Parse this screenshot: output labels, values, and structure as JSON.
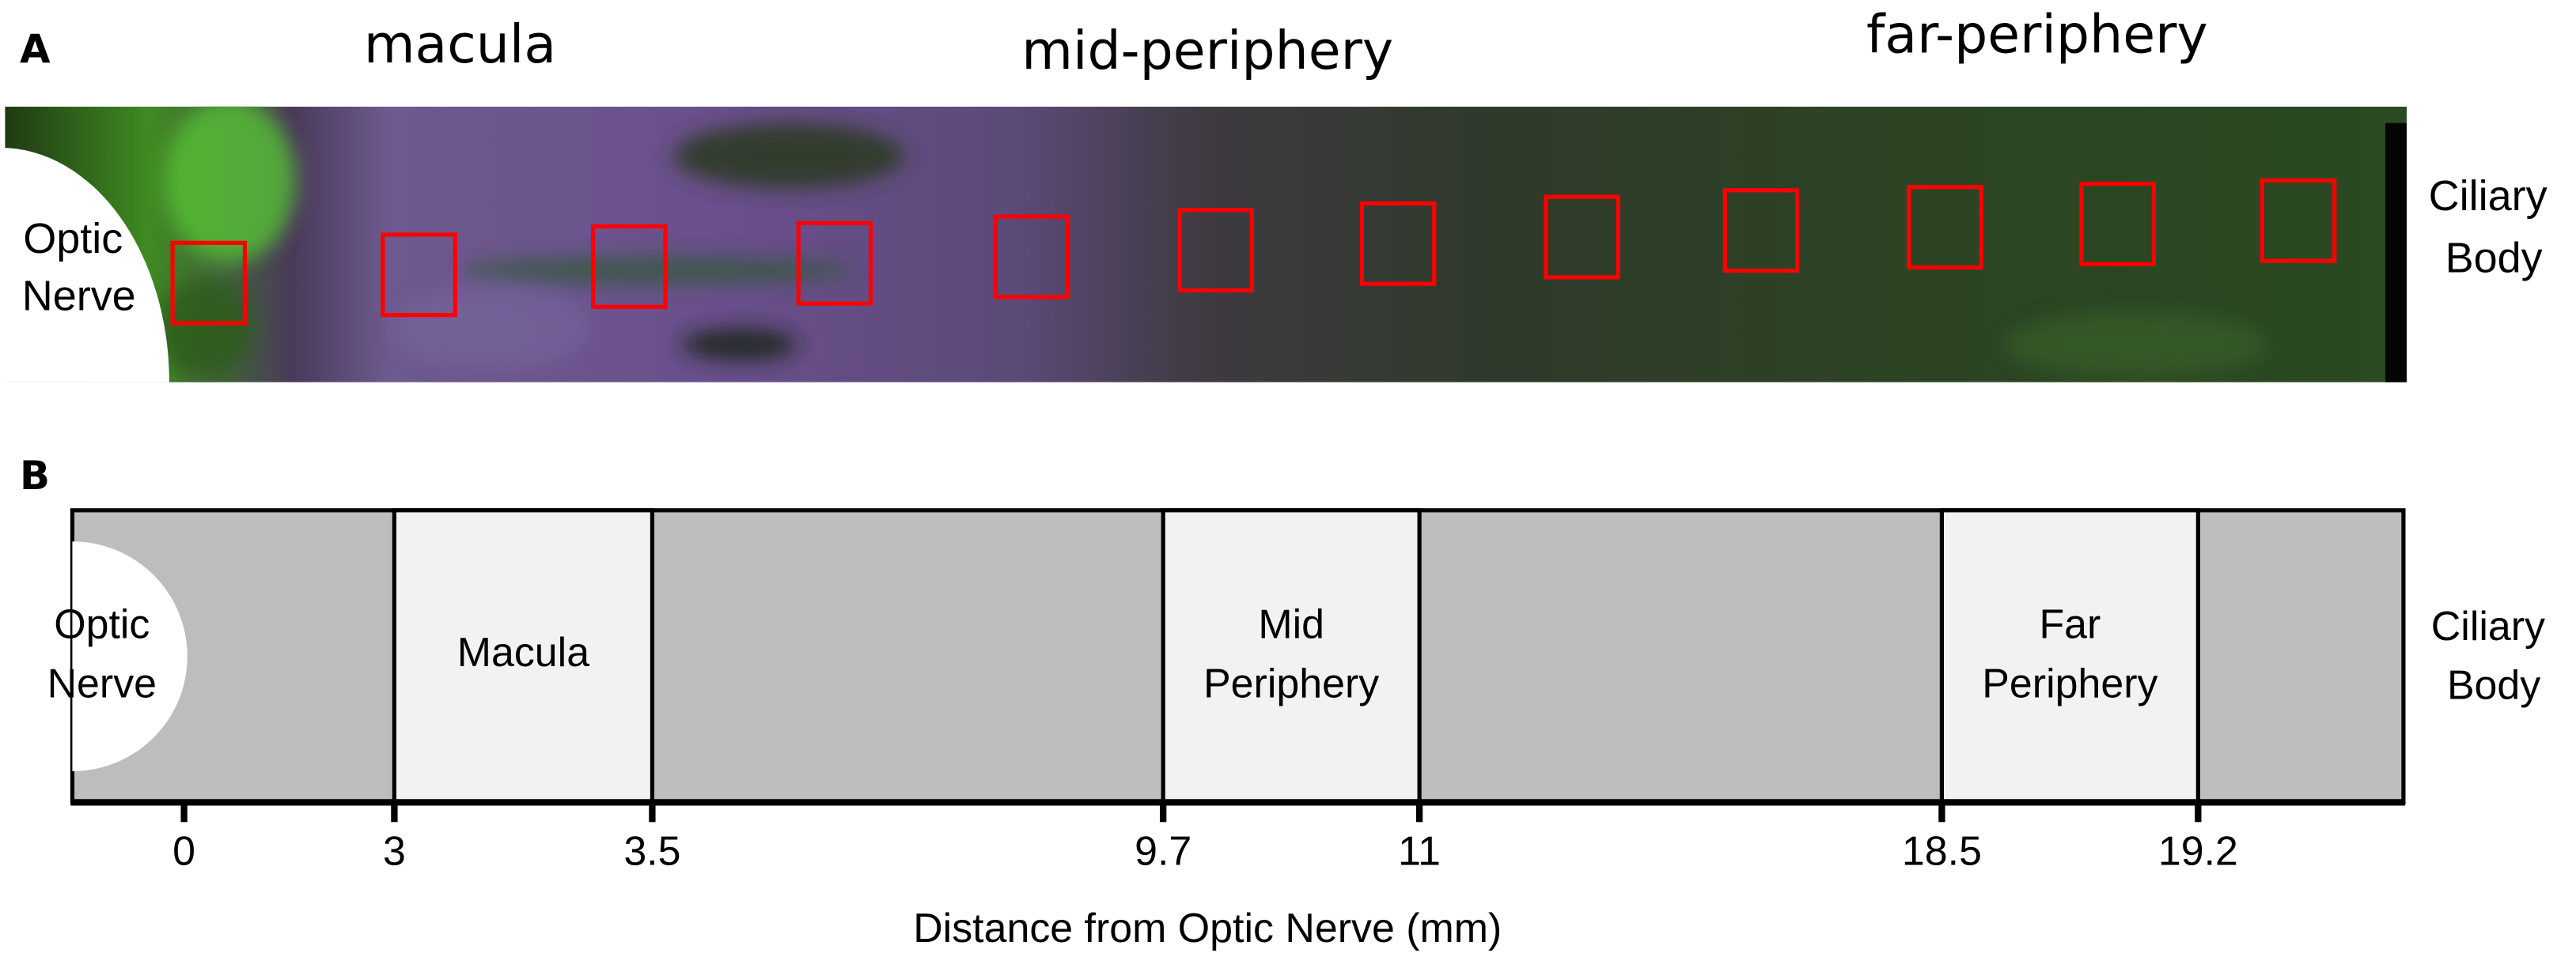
{
  "panel_a": {
    "label": "A",
    "region_headings": [
      "macula",
      "mid-periphery",
      "far-periphery"
    ],
    "left_label": [
      "Optic",
      "Nerve"
    ],
    "right_label": [
      "Ciliary",
      "Body"
    ],
    "sample_box_count": 12,
    "box_color": "#ff0000"
  },
  "panel_b": {
    "label": "B",
    "left_label": [
      "Optic",
      "Nerve"
    ],
    "right_label": [
      "Ciliary",
      "Body"
    ],
    "regions": [
      {
        "lines": [
          "Macula"
        ],
        "from": "3",
        "to": "3.5"
      },
      {
        "lines": [
          "Mid",
          "Periphery"
        ],
        "from": "9.7",
        "to": "11"
      },
      {
        "lines": [
          "Far",
          "Periphery"
        ],
        "from": "18.5",
        "to": "19.2"
      }
    ],
    "ticks": [
      "0",
      "3",
      "3.5",
      "9.7",
      "11",
      "18.5",
      "19.2"
    ],
    "xlabel": "Distance from Optic Nerve (mm)",
    "colors": {
      "dark": "#bcbdbf",
      "light": "#f1f2f1"
    }
  }
}
